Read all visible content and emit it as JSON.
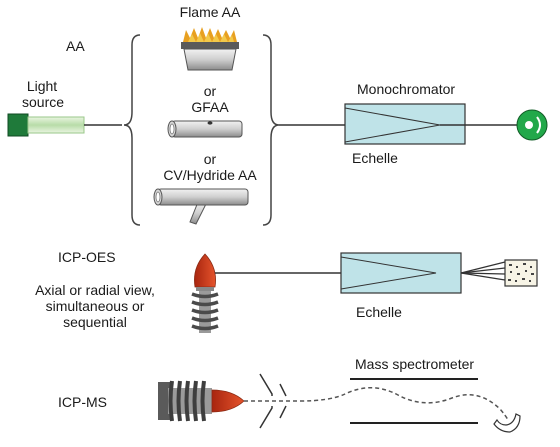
{
  "aa": {
    "label": "AA",
    "light_source": [
      "Light",
      "source"
    ],
    "options": [
      "Flame AA",
      "GFAA",
      "CV/Hydride AA"
    ],
    "or_text": "or",
    "monochromator": "Monochromator",
    "echelle": "Echelle"
  },
  "icp_oes": {
    "label": "ICP-OES",
    "view_text": [
      "Axial or radial view,",
      "simultaneous or",
      "sequential"
    ],
    "echelle": "Echelle"
  },
  "icp_ms": {
    "label": "ICP-MS",
    "mass_spec": "Mass spectrometer"
  },
  "colors": {
    "light_source_green": "#1f7a3a",
    "beam_green": "#cfe8c3",
    "detector_green": "#22a84a",
    "monochromator_fill": "#bfe3e8",
    "flame_orange": "#e8a020",
    "plasma_red": "#d8401e",
    "burner_gray": "#9a9a9a",
    "line": "#333333"
  }
}
